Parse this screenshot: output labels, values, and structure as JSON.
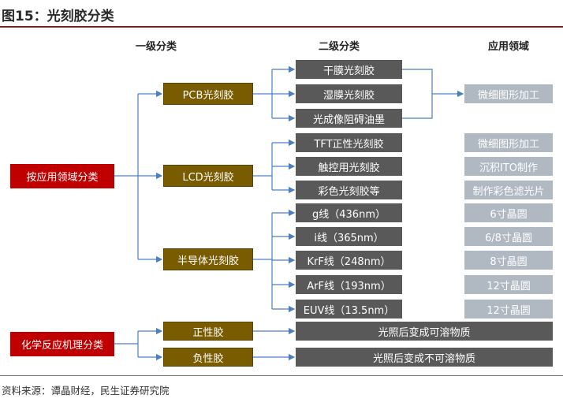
{
  "title": "图15：光刻胶分类",
  "headers": {
    "level1": "一级分类",
    "level2": "二级分类",
    "application": "应用领域"
  },
  "roots": {
    "by_application": "按应用领域分类",
    "by_mechanism": "化学反应机理分类"
  },
  "level1": {
    "pcb": "PCB光刻胶",
    "lcd": "LCD光刻胶",
    "semi": "半导体光刻胶",
    "positive": "正性胶",
    "negative": "负性胶"
  },
  "level2": {
    "pcb": [
      "干膜光刻胶",
      "湿膜光刻胶",
      "光成像阻碍油墨"
    ],
    "lcd": [
      "TFT正性光刻胶",
      "触控用光刻胶",
      "彩色光刻胶等"
    ],
    "semi": [
      "g线（436nm）",
      "i线（365nm）",
      "KrF线（248nm）",
      "ArF线（193nm）",
      "EUV线（13.5nm）"
    ],
    "positive": "光照后变成可溶物质",
    "negative": "光照后变成不可溶物质"
  },
  "application": {
    "pcb": "微细图形加工",
    "lcd": [
      "微细图形加工",
      "沉积ITO制作",
      "制作彩色滤光片"
    ],
    "semi": [
      "6寸晶圆",
      "6/8寸晶圆",
      "8寸晶圆",
      "12寸晶圆",
      "12寸晶圆"
    ]
  },
  "colors": {
    "root": "#c00000",
    "level1": "#7a5c00",
    "level2": "#595959",
    "application": "#b0b8c2",
    "connector": "#4a7fc1"
  },
  "source": "资料来源：谭晶财经，民生证券研究院"
}
